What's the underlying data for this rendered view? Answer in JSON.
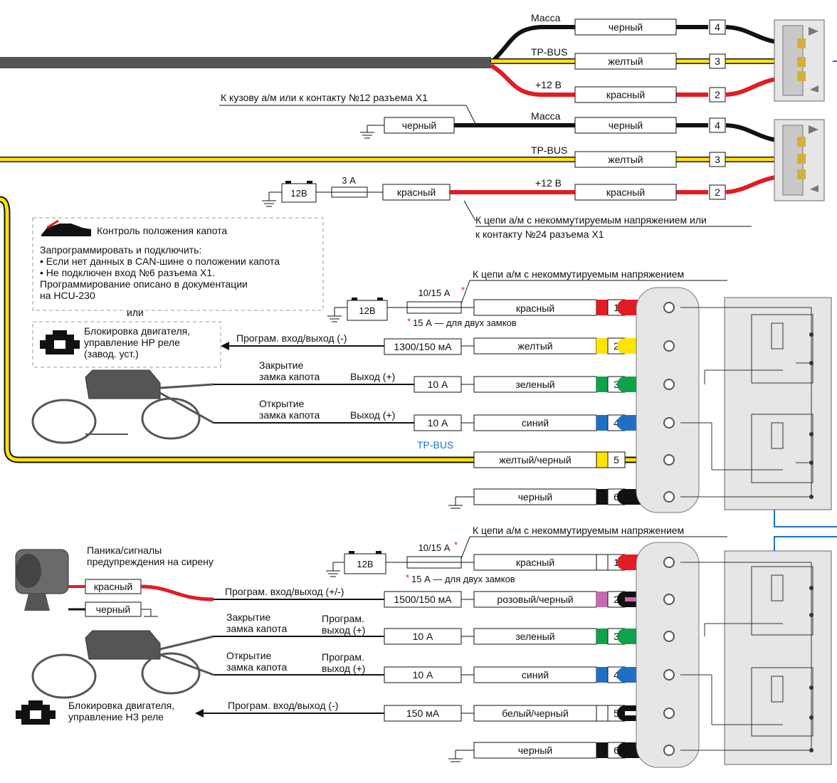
{
  "top_section": {
    "connector_a": {
      "massa_label": "Масса",
      "tpbus_label": "TP-BUS",
      "plus12_label": "+12 В",
      "wires": [
        {
          "name": "черный",
          "pin": "4"
        },
        {
          "name": "желтый",
          "pin": "3"
        },
        {
          "name": "красный",
          "pin": "2"
        }
      ]
    },
    "body_note": "К кузову а/м или к контакту №12 разъема X1",
    "ground_wire": "черный",
    "connector_b": {
      "massa_label": "Масса",
      "tpbus_label": "TP-BUS",
      "plus12_label": "+12 В",
      "wires": [
        {
          "name": "черный",
          "pin": "4"
        },
        {
          "name": "желтый",
          "pin": "3"
        },
        {
          "name": "красный",
          "pin": "2"
        }
      ]
    },
    "battery_label": "12В",
    "fuse_label": "3 А",
    "power_wire": "красный",
    "power_note_1": "К цепи а/м с некоммутируемым напряжением или",
    "power_note_2": "к контакту №24 разъема X1"
  },
  "hood_box": {
    "title": "Контроль положения капота",
    "lines": [
      "Запрограммировать и подключить:",
      "• Если нет данных в CAN-шине о положении капота",
      "• Не подключен вход №6 разъема X1.",
      "Программирование описано в документации",
      "на HCU-230"
    ]
  },
  "or_label": "или",
  "engine_box_1": {
    "lines": [
      "Блокировка двигателя,",
      "управление НР реле",
      "(завод. уст.)"
    ]
  },
  "block1": {
    "note": "К цепи а/м с некоммутируемым напряжением",
    "battery_label": "12В",
    "fuse_label": "10/15 А",
    "footnote": "15 А — для двух замков",
    "prog_io": "Програм. вход/выход (-)",
    "close_l1": "Закрытие",
    "close_l2": "замка капота",
    "close_out": "Выход (+)",
    "open_l1": "Открытие",
    "open_l2": "замка капота",
    "open_out": "Выход (+)",
    "tpbus": "TP-BUS",
    "rows": [
      {
        "rating": "",
        "wire": "красный",
        "pin": "1"
      },
      {
        "rating": "1300/150 мА",
        "wire": "желтый",
        "pin": "2"
      },
      {
        "rating": "10 А",
        "wire": "зеленый",
        "pin": "3"
      },
      {
        "rating": "10 А",
        "wire": "синий",
        "pin": "4"
      },
      {
        "rating": "",
        "wire": "желтый/черный",
        "pin": "5"
      },
      {
        "rating": "",
        "wire": "черный",
        "pin": "6"
      }
    ]
  },
  "block2": {
    "note": "К цепи а/м с некоммутируемым напряжением",
    "battery_label": "12В",
    "fuse_label": "10/15 А",
    "footnote": "15 А — для двух замков",
    "siren_l1": "Паника/сигналы",
    "siren_l2": "предупреждения на сирену",
    "siren_red": "красный",
    "siren_black": "черный",
    "prog_io": "Програм. вход/выход (+/-)",
    "close_l1": "Закрытие",
    "close_l2": "замка капота",
    "close_out_1": "Програм.",
    "close_out_2": "выход (+)",
    "open_l1": "Открытие",
    "open_l2": "замка капота",
    "open_out_1": "Програм.",
    "open_out_2": "выход (+)",
    "engine_l1": "Блокировка двигателя,",
    "engine_l2": "управление НЗ реле",
    "prog_io_2": "Програм. вход/выход (-)",
    "rows": [
      {
        "rating": "",
        "wire": "красный",
        "pin": "1"
      },
      {
        "rating": "1500/150 мА",
        "wire": "розовый/черный",
        "pin": "2"
      },
      {
        "rating": "10 А",
        "wire": "зеленый",
        "pin": "3"
      },
      {
        "rating": "10 А",
        "wire": "синий",
        "pin": "4"
      },
      {
        "rating": "150 мА",
        "wire": "белый/черный",
        "pin": "5"
      },
      {
        "rating": "",
        "wire": "черный",
        "pin": "6"
      }
    ]
  },
  "asterisk": "*",
  "colors": {
    "red": "#e21b24",
    "yellow": "#ffe400",
    "green": "#0ea34a",
    "blue": "#1f6fc5",
    "black": "#111111",
    "gray": "#555555",
    "pink": "#c76bb0"
  }
}
